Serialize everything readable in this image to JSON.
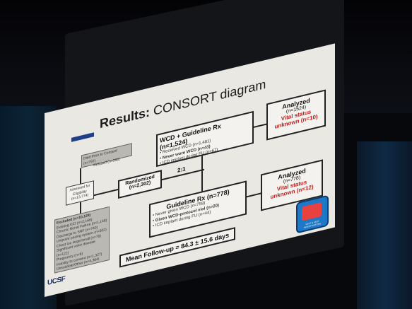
{
  "slide": {
    "title_bold": "Results:",
    "title_rest": " CONSORT diagram",
    "org": "UCSF",
    "ratio": "2:1",
    "followup": "Mean Follow-up = 84.3 ± 15.6 days"
  },
  "boxes": {
    "died": {
      "line1": "Died Prior to Consent (n=797)",
      "line2": "Refused (n=398)"
    },
    "assessed": {
      "line1": "Assessed for",
      "line2": "Eligibility",
      "line3": "(n=13,774)"
    },
    "randomized": {
      "line1": "Randomized",
      "line2": "(n=2,302)"
    },
    "excluded": {
      "title": "Excluded (n=10,129)",
      "items": [
        "Existing ICD (n=2,166)",
        "Chronic Renal Failure (n=1,148)",
        "Discharge to SNF (n=740)",
        "Unipolar pacing system (n=502)",
        "Chest too large/small (n=76)",
        "Significant valve disease (n=122)",
        "Pregnancy (n=6)",
        "Inability to consent (n=1,327)",
        "Unsuitable/Other (n=4,364)"
      ]
    },
    "wcd": {
      "title": "WCD + Guideline Rx (n=1,524)",
      "items": [
        "Received WCD (n=1,481)",
        "Never wore WCD (n=43)",
        "ICD implant during FU (n=67)"
      ]
    },
    "guide": {
      "title": "Guideline Rx (n=778)",
      "items": [
        "Never given WCD (n=758)",
        "Given WCD-protocol viol (n=20)",
        "ICD implant during FU (n=44)"
      ]
    },
    "analyzed1": {
      "title": "Analyzed",
      "n": "(n=1524)",
      "vs1": "Vital status",
      "vs2": "unknown (n=10)"
    },
    "analyzed2": {
      "title": "Analyzed",
      "n": "(n=778)",
      "vs1": "Vital status",
      "vs2": "unknown (n=12)"
    }
  },
  "logo": {
    "text": "VEST & VEST INVESTIGATORS"
  }
}
